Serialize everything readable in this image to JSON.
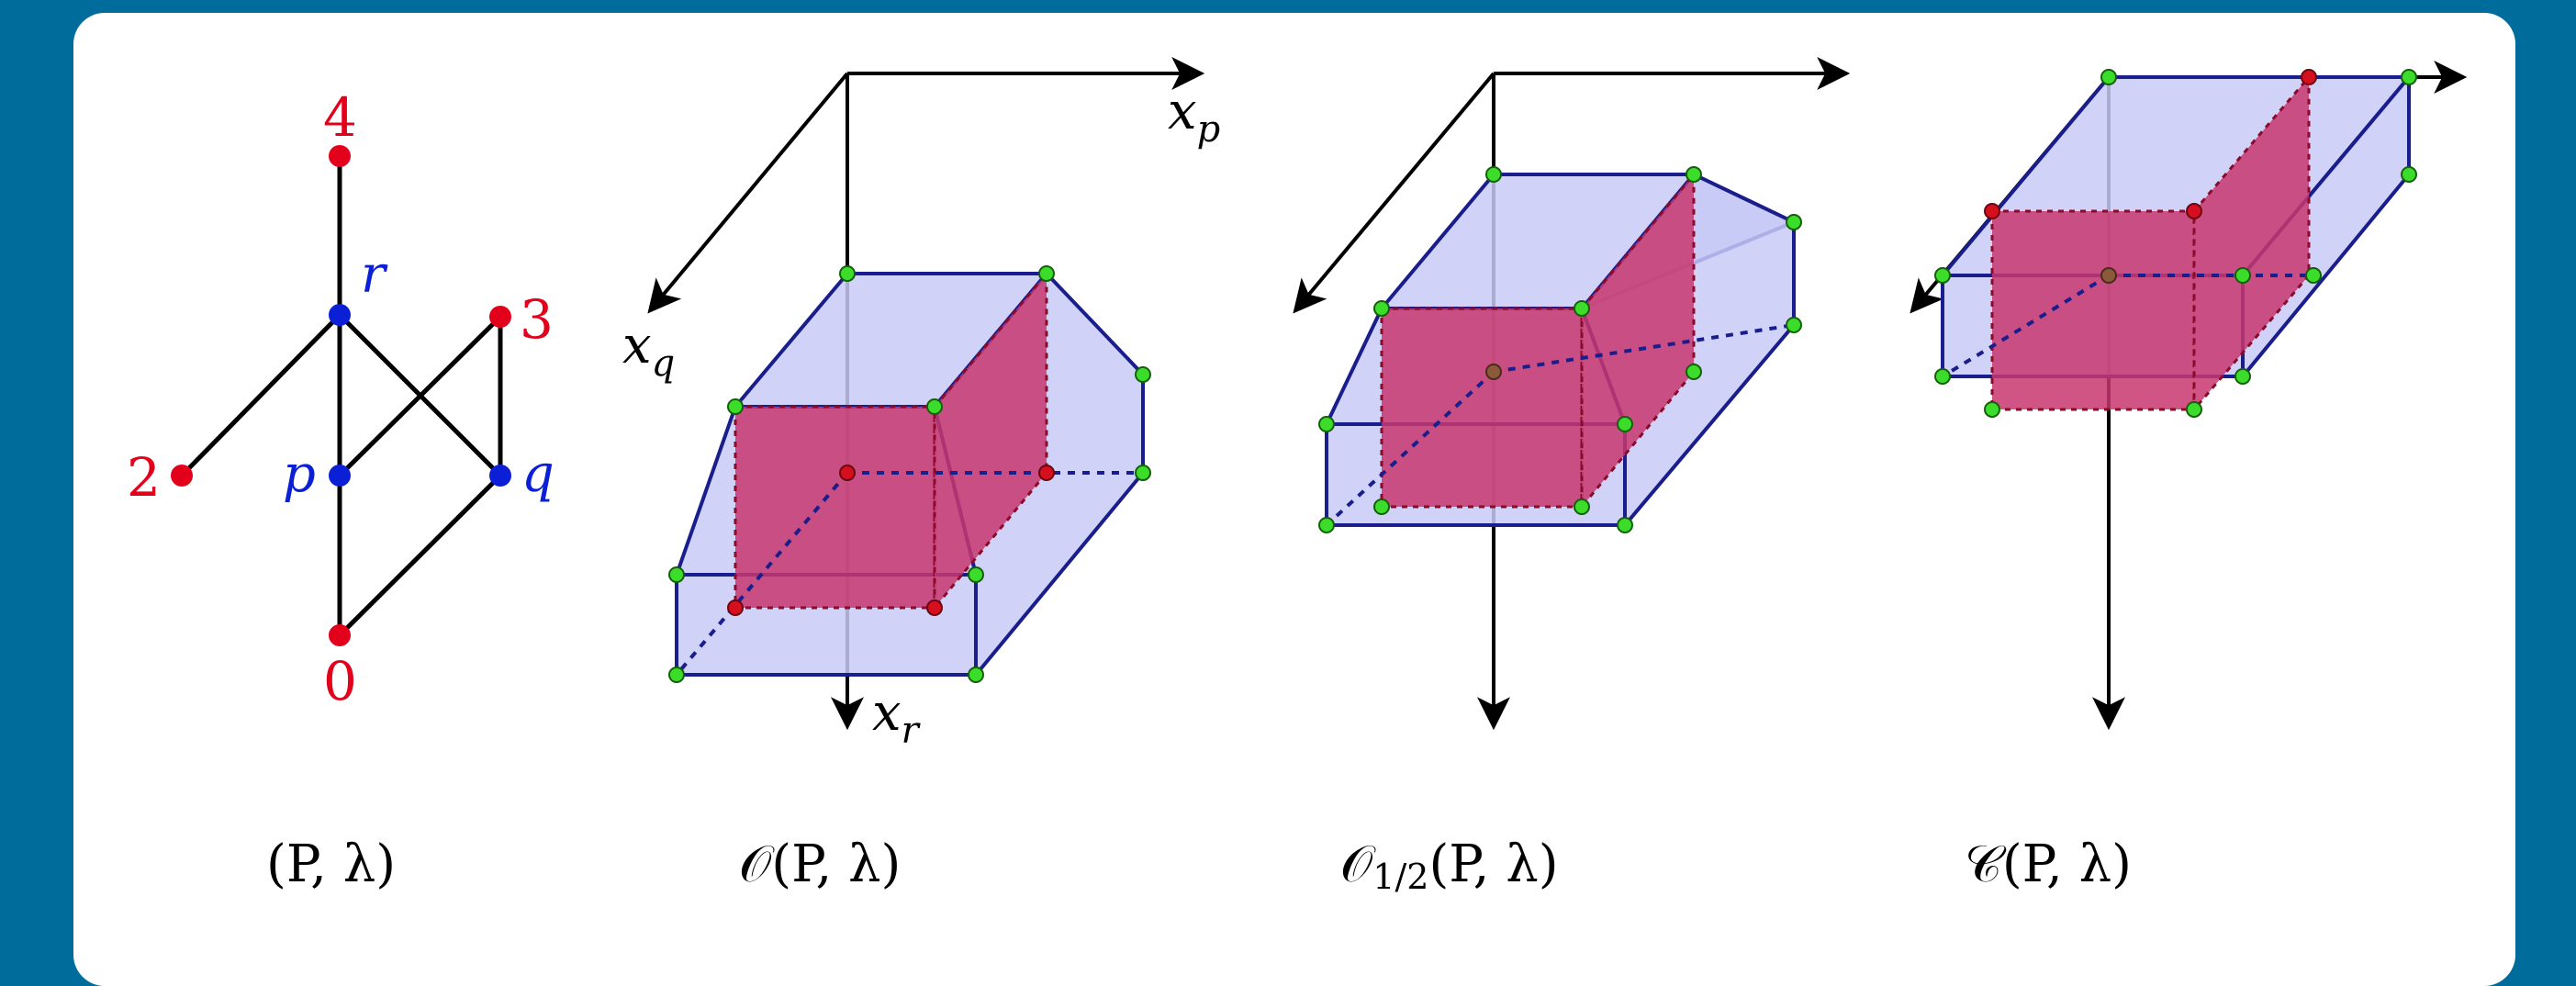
{
  "colors": {
    "frame_border": "#006c9c",
    "background": "#ffffff",
    "poset_red": "#e3001b",
    "poset_blue": "#0b1fd6",
    "polytope_fill": "#c8caf7",
    "polytope_edge": "#1a1e8c",
    "face_fill": "#c8376e",
    "vertex_green": "#3cdc2a",
    "vertex_red": "#d60f1e"
  },
  "poset": {
    "caption": "(P, λ)",
    "labels": {
      "top": "4",
      "r": "r",
      "three": "3",
      "two": "2",
      "p": "p",
      "q": "q",
      "bottom": "0"
    }
  },
  "order_polytope": {
    "caption": "𝒪(P, λ)",
    "axis_p": "x",
    "axis_p_sub": "p",
    "axis_q": "x",
    "axis_q_sub": "q",
    "axis_r": "x",
    "axis_r_sub": "r"
  },
  "half_polytope": {
    "caption_main": "𝒪",
    "caption_sub": "1/2",
    "caption_rest": "(P, λ)"
  },
  "chain_polytope": {
    "caption": "𝒞(P, λ)"
  }
}
